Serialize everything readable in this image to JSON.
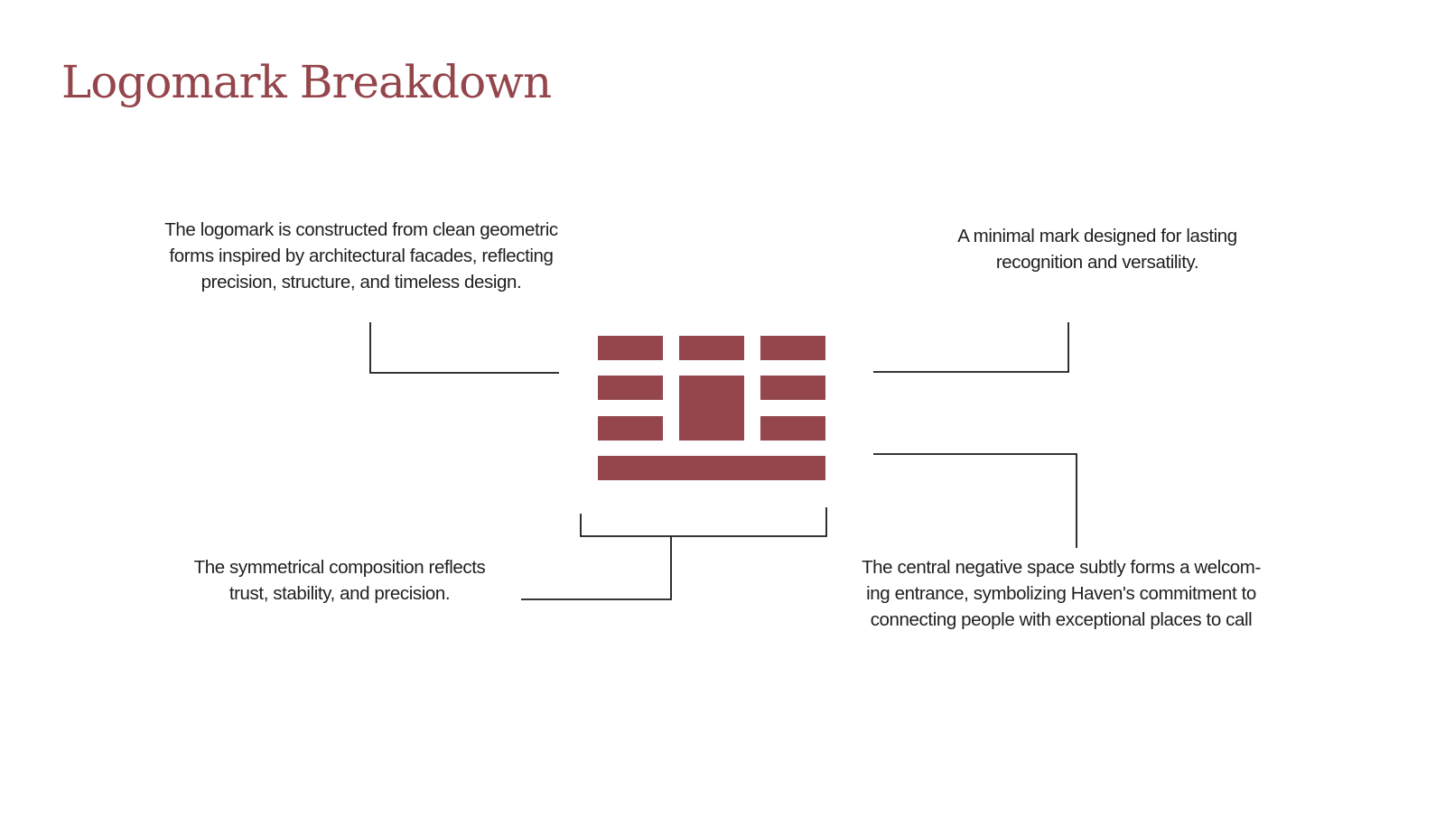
{
  "page": {
    "title": "Logomark Breakdown"
  },
  "colors": {
    "brand": "#94464c",
    "text": "#1f1f1f",
    "line": "#1a1a1a",
    "background": "#ffffff"
  },
  "callouts": {
    "top_left": {
      "lines": [
        "The logomark is constructed from clean geometric",
        "forms inspired by architectural facades, reflecting",
        "precision, structure, and timeless design."
      ]
    },
    "top_right": {
      "lines": [
        "A minimal mark designed for lasting",
        "recognition and versatility."
      ]
    },
    "bottom_left": {
      "lines": [
        "The symmetrical composition reflects",
        "trust, stability, and precision."
      ]
    },
    "bottom_right": {
      "lines": [
        "The central negative space subtly forms a welcom-",
        "ing entrance, symbolizing Haven's commitment to",
        "connecting people with exceptional places to call"
      ]
    }
  }
}
